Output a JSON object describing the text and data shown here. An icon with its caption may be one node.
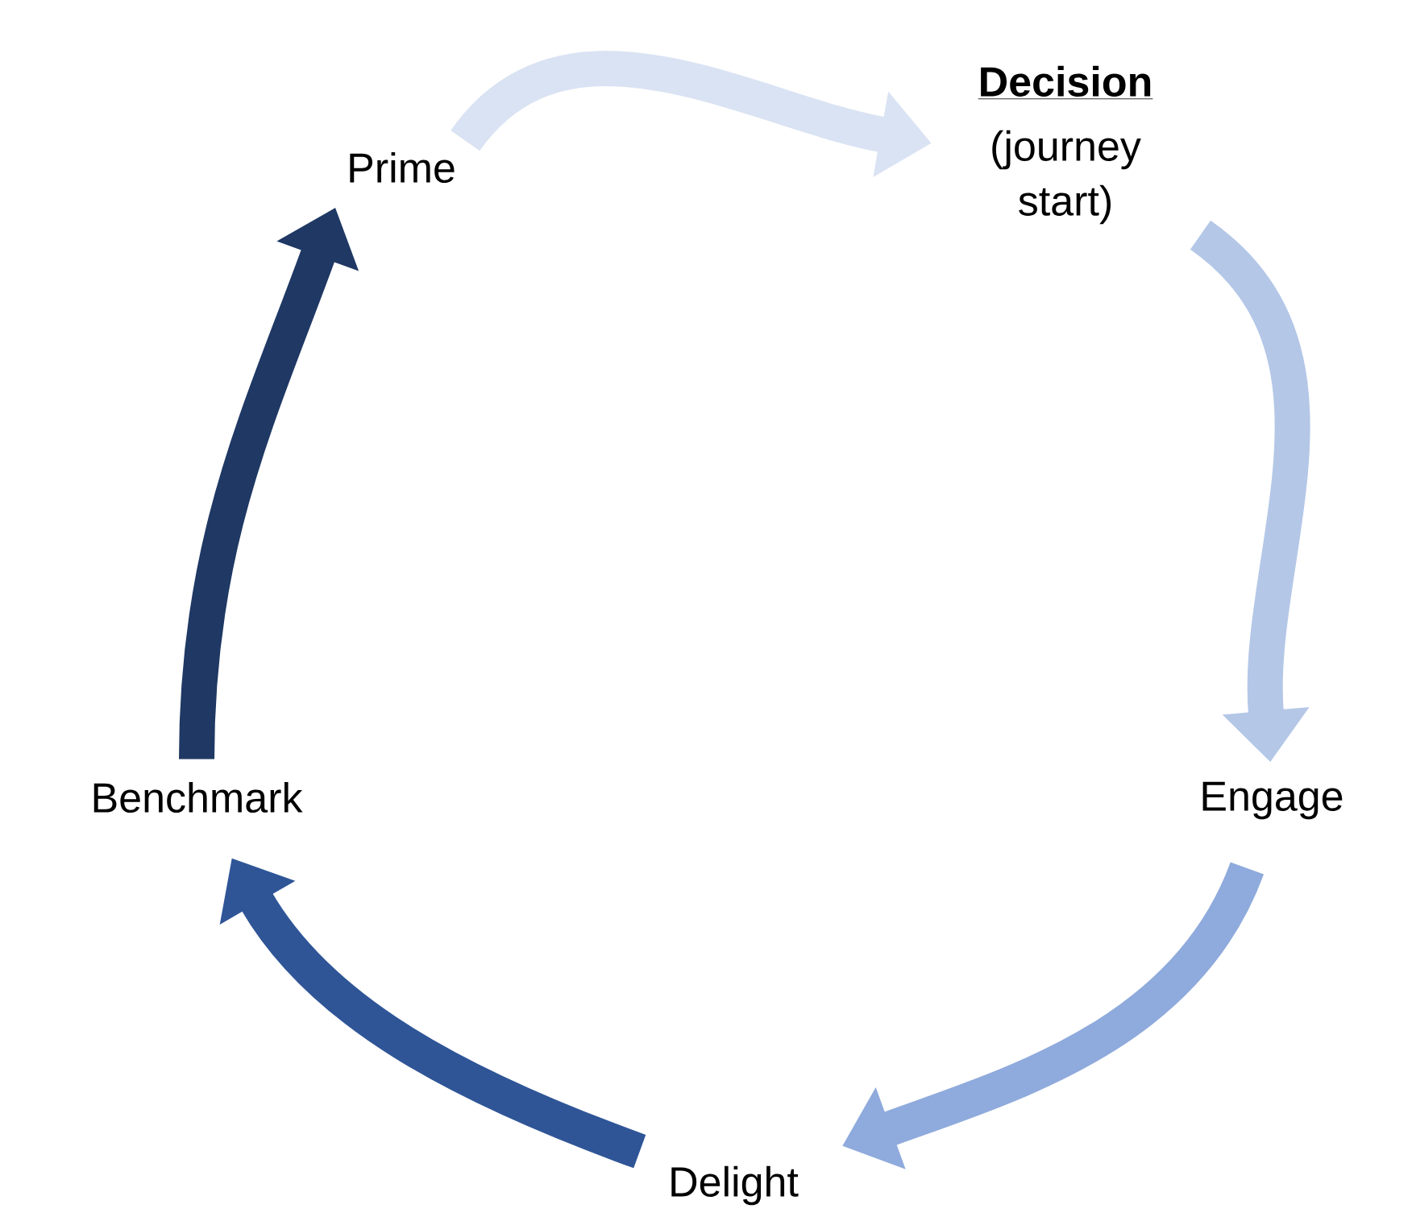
{
  "diagram": {
    "nodes": [
      {
        "text": [
          "Prime"
        ]
      },
      {
        "text": [
          "Decision",
          "(journey start)"
        ]
      },
      {
        "text": [
          "Engage"
        ]
      },
      {
        "text": [
          "Delight"
        ]
      },
      {
        "text": [
          "Benchmark"
        ]
      }
    ],
    "edges": [
      {
        "from": 0,
        "to": 1,
        "arrow": "to",
        "color": "#dae3f3"
      },
      {
        "from": 1,
        "to": 2,
        "arrow": "to",
        "color": "#b4c7e7"
      },
      {
        "from": 2,
        "to": 3,
        "arrow": "to",
        "color": "#8faadc"
      },
      {
        "from": 3,
        "to": 4,
        "arrow": "to",
        "color": "#2f5597"
      },
      {
        "from": 4,
        "to": 0,
        "arrow": "to",
        "color": "#1f3864"
      }
    ]
  }
}
